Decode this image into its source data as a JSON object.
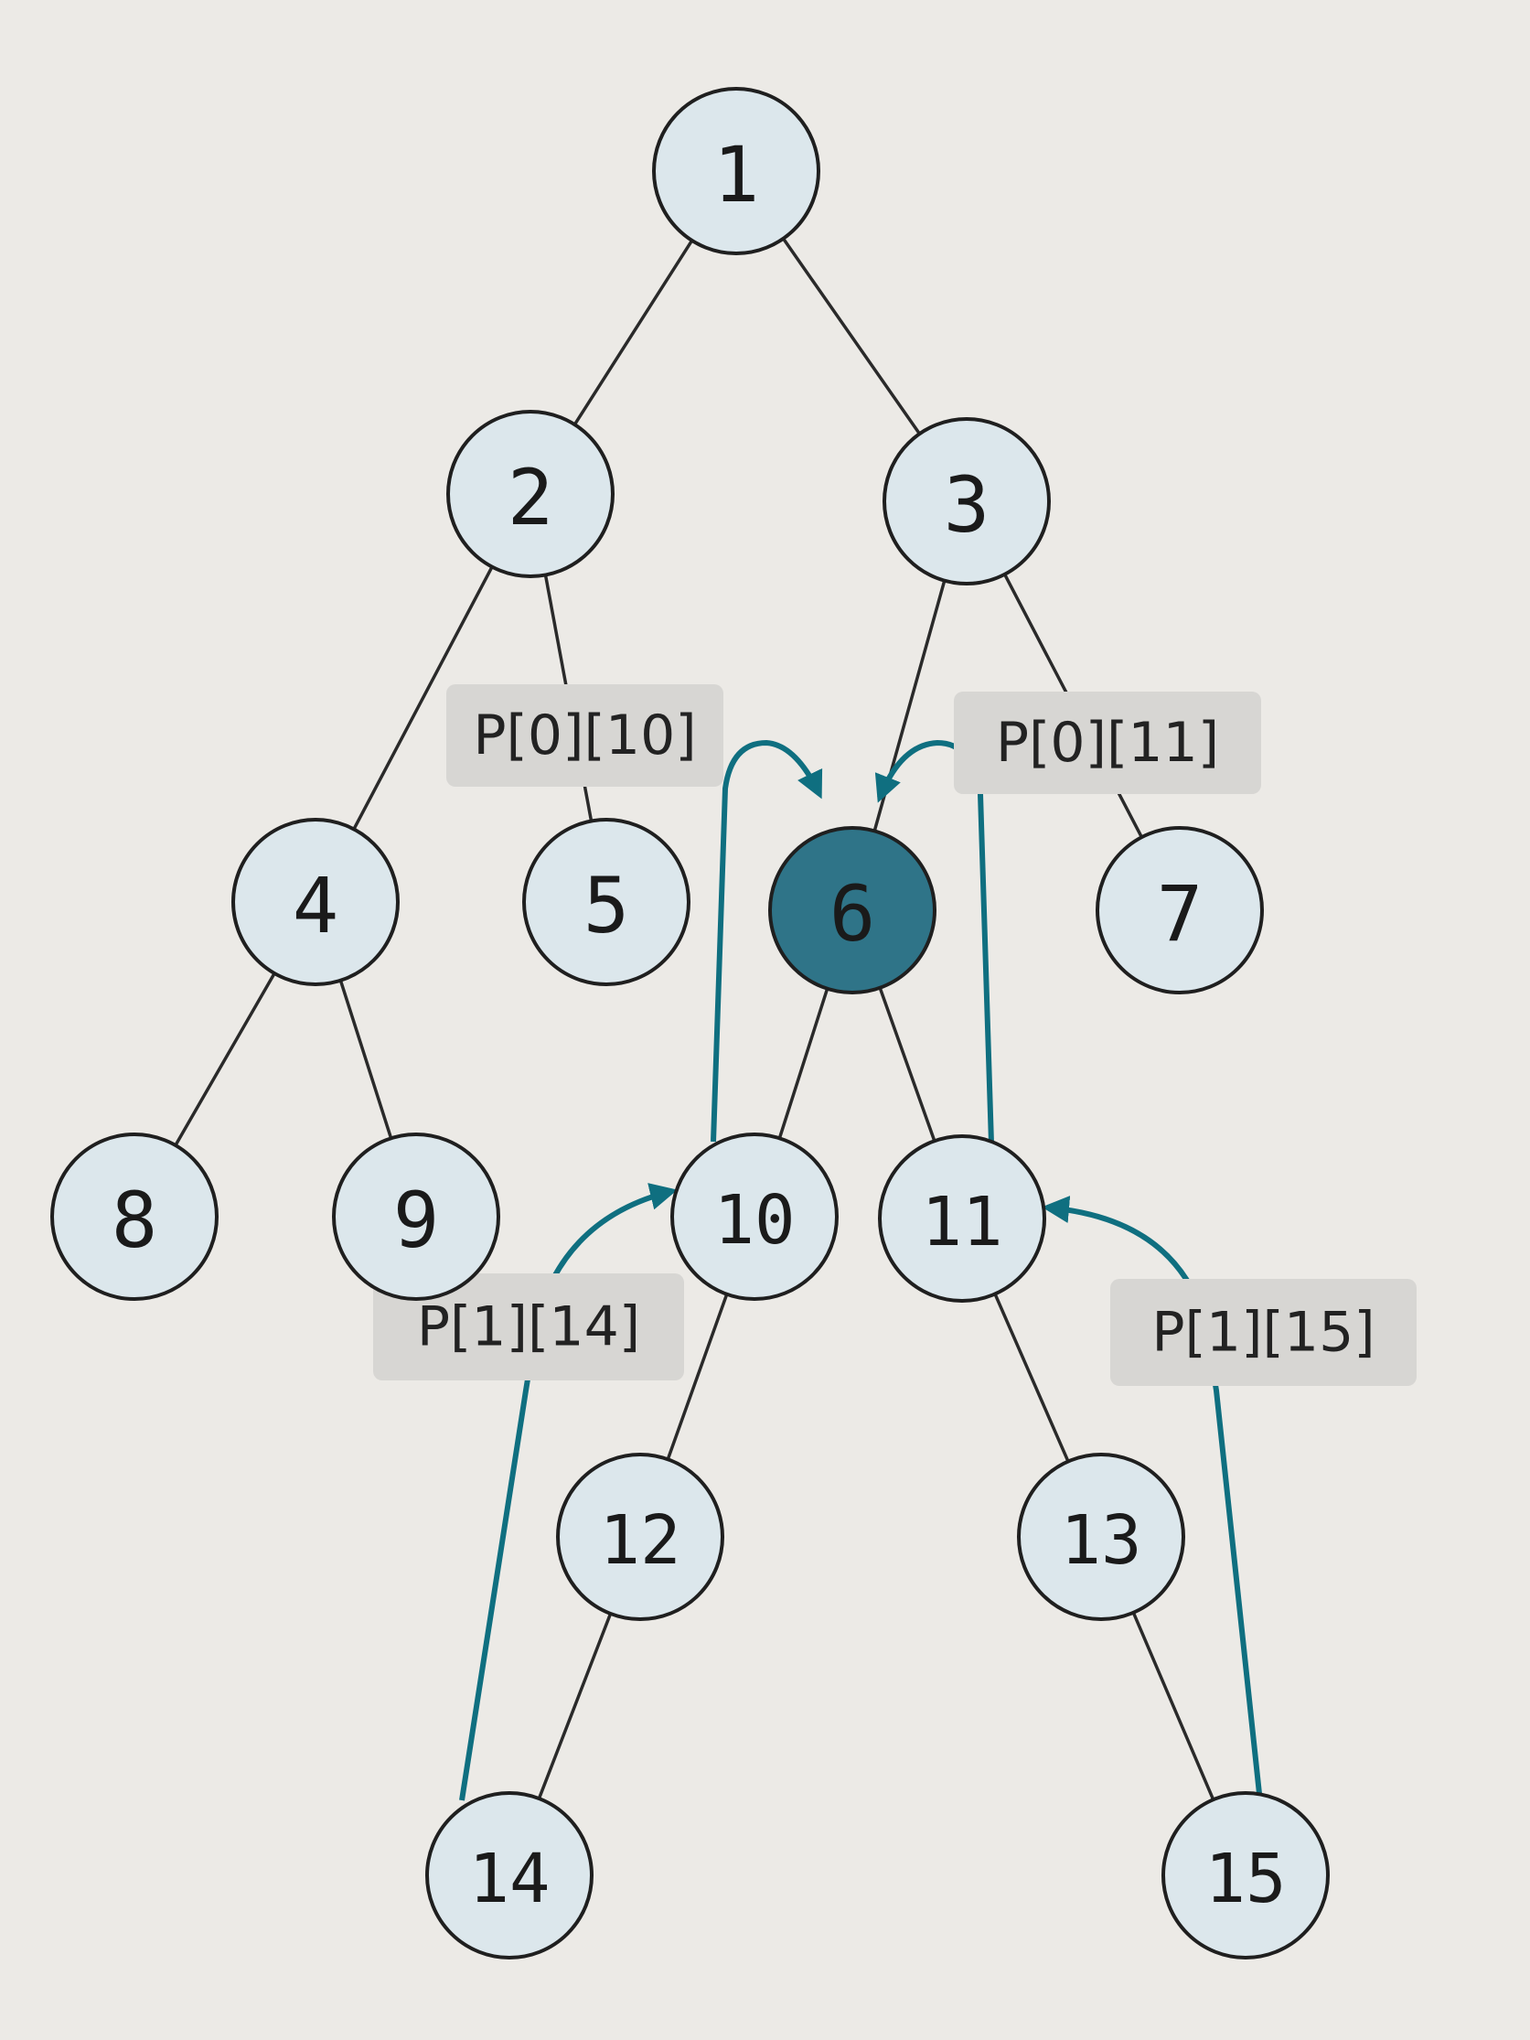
{
  "colors": {
    "node_fill": "#dce7ec",
    "node_highlight": "#2f7488",
    "pointer": "#0f6f80",
    "edge": "#2a2a2a"
  },
  "nodes": [
    {
      "id": 1,
      "label": "1",
      "highlight": false
    },
    {
      "id": 2,
      "label": "2",
      "highlight": false
    },
    {
      "id": 3,
      "label": "3",
      "highlight": false
    },
    {
      "id": 4,
      "label": "4",
      "highlight": false
    },
    {
      "id": 5,
      "label": "5",
      "highlight": false
    },
    {
      "id": 6,
      "label": "6",
      "highlight": true
    },
    {
      "id": 7,
      "label": "7",
      "highlight": false
    },
    {
      "id": 8,
      "label": "8",
      "highlight": false
    },
    {
      "id": 9,
      "label": "9",
      "highlight": false
    },
    {
      "id": 10,
      "label": "10",
      "highlight": false
    },
    {
      "id": 11,
      "label": "11",
      "highlight": false
    },
    {
      "id": 12,
      "label": "12",
      "highlight": false
    },
    {
      "id": 13,
      "label": "13",
      "highlight": false
    },
    {
      "id": 14,
      "label": "14",
      "highlight": false
    },
    {
      "id": 15,
      "label": "15",
      "highlight": false
    }
  ],
  "edges": [
    [
      1,
      2
    ],
    [
      1,
      3
    ],
    [
      2,
      4
    ],
    [
      2,
      5
    ],
    [
      3,
      6
    ],
    [
      3,
      7
    ],
    [
      4,
      8
    ],
    [
      4,
      9
    ],
    [
      6,
      10
    ],
    [
      6,
      11
    ],
    [
      10,
      12
    ],
    [
      11,
      13
    ],
    [
      12,
      14
    ],
    [
      13,
      15
    ]
  ],
  "pointers": [
    {
      "label": "P[0][10]",
      "from": 10,
      "to": 6
    },
    {
      "label": "P[0][11]",
      "from": 11,
      "to": 6
    },
    {
      "label": "P[1][14]",
      "from": 14,
      "to": 10
    },
    {
      "label": "P[1][15]",
      "from": 15,
      "to": 11
    }
  ]
}
